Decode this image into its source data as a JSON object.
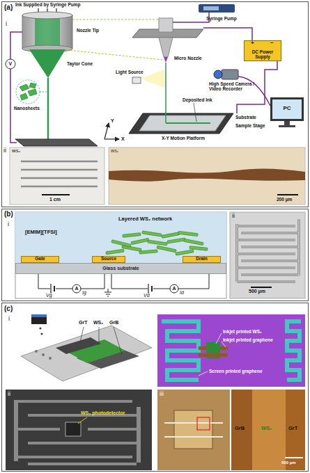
{
  "diagram": {
    "nodes": [
      {
        "text": [
          "Syringe Pump"
        ]
      },
      {
        "text": [
          "DC Power Supply"
        ]
      },
      {
        "text": [
          "PC"
        ]
      },
      {
        "text": [
          "Gate"
        ]
      },
      {
        "text": [
          "Source"
        ]
      },
      {
        "text": [
          "Drain"
        ]
      },
      {
        "text": [
          "Glass substrate"
        ]
      }
    ],
    "labels": [
      "(a)",
      "i",
      "Ink Supplied by Syringe Pump",
      "Nozzle Tip",
      "Taylor Cone",
      "V",
      "Nanosheets",
      "+",
      "−",
      "Light Source",
      "Micro Nozzle",
      "High Speed Camera / Video Recorder",
      "Deposited Ink",
      "Y",
      "X",
      "X-Y Motion Platform",
      "Substrate",
      "Sample Stage",
      "ii",
      "WS₂",
      "1 cm",
      "WS₂",
      "200 µm",
      "(b)",
      "i",
      "[EMIM][TFSI]",
      "Layered WS₂ network",
      "Vg",
      "A",
      "Ig",
      "A",
      "Vd",
      "Id",
      "ii",
      "500 µm",
      "(c)",
      "i",
      "GrT",
      "WS₂",
      "GrB",
      "Inkjet printed WS₂",
      "Inkjet printed graphene",
      "Screen printed graphene",
      "ii",
      "WS₂ photodetector",
      "iii",
      "GrB",
      "WS₂",
      "GrT",
      "500 µm"
    ]
  }
}
